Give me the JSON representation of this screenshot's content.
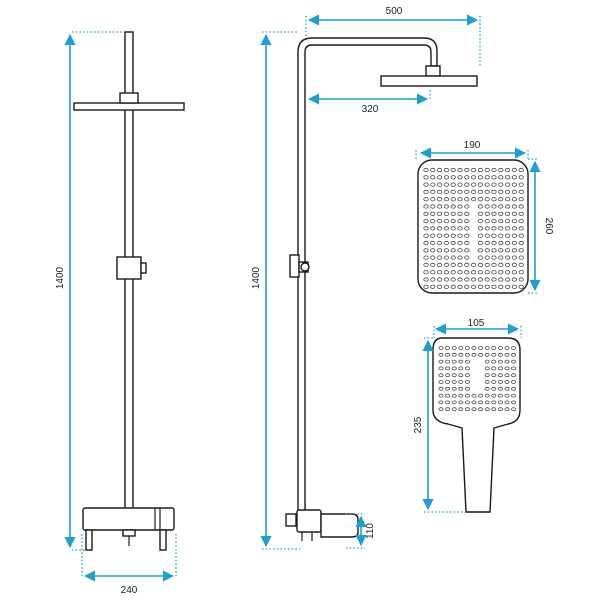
{
  "dimensions": {
    "left_height": "1400",
    "left_width": "240",
    "side_height": "1400",
    "arm_length": "500",
    "head_offset": "320",
    "spout_height": "110",
    "head_width": "190",
    "head_height": "260",
    "hand_width": "105",
    "hand_length": "235"
  },
  "colors": {
    "dimension_line": "#1e9fd0",
    "outline": "#1a1a1a"
  }
}
